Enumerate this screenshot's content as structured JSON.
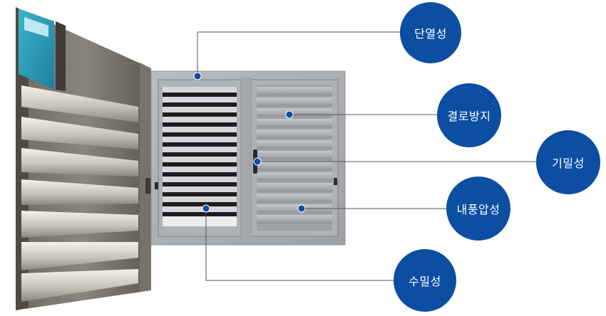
{
  "colors": {
    "badge": "#0c4ea2",
    "leader_line": "#555555",
    "dot": "#0c4ea2"
  },
  "features": [
    {
      "id": "insulation",
      "label": "단열성"
    },
    {
      "id": "condensation",
      "label": "결로방지"
    },
    {
      "id": "airtight",
      "label": "기밀성"
    },
    {
      "id": "wind_pressure",
      "label": "내풍압성"
    },
    {
      "id": "watertight",
      "label": "수밀성"
    }
  ],
  "illustration": {
    "subject": "louvered-window-product-image"
  }
}
